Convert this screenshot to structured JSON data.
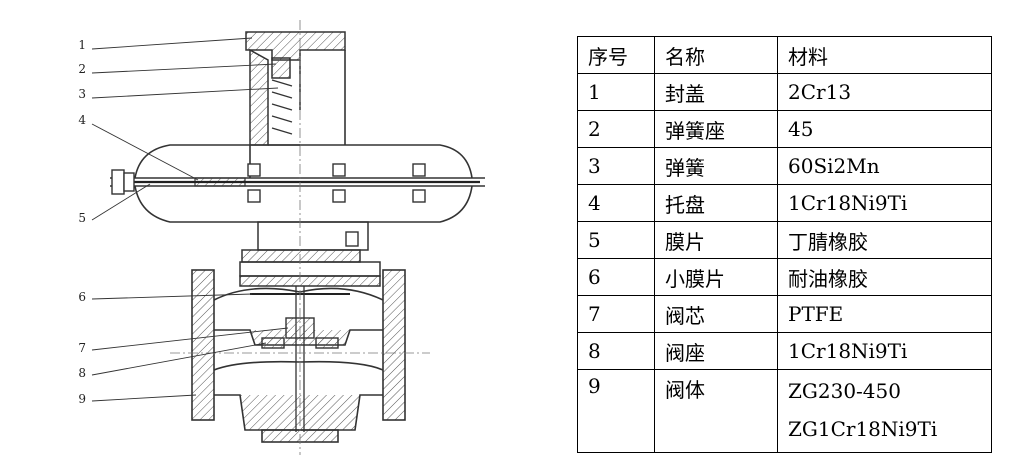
{
  "diagram": {
    "callouts": [
      "1",
      "2",
      "3",
      "4",
      "5",
      "6",
      "7",
      "8",
      "9"
    ]
  },
  "table": {
    "headers": [
      "序号",
      "名称",
      "材料"
    ],
    "rows": [
      {
        "no": "1",
        "name": "封盖",
        "material": [
          "2Cr13"
        ]
      },
      {
        "no": "2",
        "name": "弹簧座",
        "material": [
          "45"
        ]
      },
      {
        "no": "3",
        "name": "弹簧",
        "material": [
          "60Si2Mn"
        ]
      },
      {
        "no": "4",
        "name": "托盘",
        "material": [
          "1Cr18Ni9Ti"
        ]
      },
      {
        "no": "5",
        "name": "膜片",
        "material": [
          "丁腈橡胶"
        ]
      },
      {
        "no": "6",
        "name": "小膜片",
        "material": [
          "耐油橡胶"
        ]
      },
      {
        "no": "7",
        "name": "阀芯",
        "material": [
          "PTFE"
        ]
      },
      {
        "no": "8",
        "name": "阀座",
        "material": [
          "1Cr18Ni9Ti"
        ]
      },
      {
        "no": "9",
        "name": "阀体",
        "material": [
          "ZG230-450",
          "ZG1Cr18Ni9Ti"
        ]
      }
    ]
  }
}
